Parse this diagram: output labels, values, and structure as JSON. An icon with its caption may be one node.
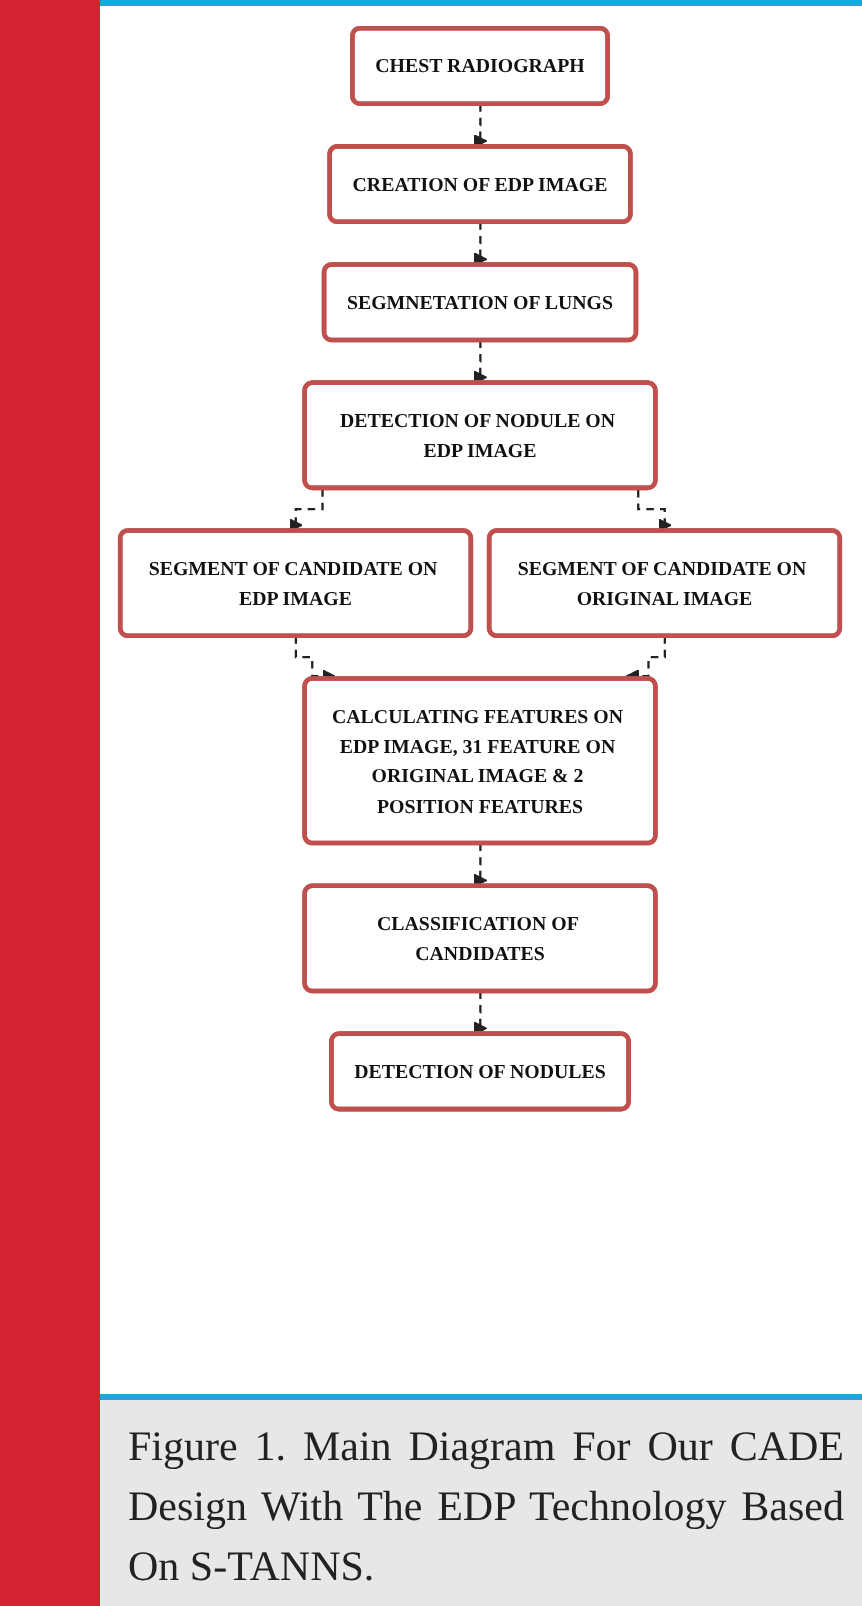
{
  "diagram": {
    "caption": "Figure 1. Main Diagram For Our CADE Design With The EDP Technology Based On S-TANNS.",
    "nodes": [
      {
        "text": [
          "CHEST RADIOGRAPH"
        ]
      },
      {
        "text": [
          "CREATION OF EDP IMAGE"
        ]
      },
      {
        "text": [
          "SEGMNETATION OF LUNGS"
        ]
      },
      {
        "text": [
          "DETECTION OF NODULE ON EDP IMAGE"
        ]
      },
      {
        "text": [
          "SEGMENT OF CANDIDATE ON EDP IMAGE"
        ]
      },
      {
        "text": [
          "SEGMENT OF CANDIDATE ON ORIGINAL IMAGE"
        ]
      },
      {
        "text": [
          "CALCULATING FEATURES ON EDP IMAGE, 31 FEATURE ON ORIGINAL IMAGE & 2 POSITION FEATURES"
        ]
      },
      {
        "text": [
          "CLASSIFICATION OF CANDIDATES"
        ]
      },
      {
        "text": [
          "DETECTION OF NODULES"
        ]
      }
    ],
    "edges": [
      {
        "from": 0,
        "to": 1,
        "arrow": "to",
        "style": "dashed"
      },
      {
        "from": 1,
        "to": 2,
        "arrow": "to",
        "style": "dashed"
      },
      {
        "from": 2,
        "to": 3,
        "arrow": "to",
        "style": "dashed"
      },
      {
        "from": 3,
        "to": 4,
        "arrow": "to",
        "style": "dashed"
      },
      {
        "from": 3,
        "to": 5,
        "arrow": "to",
        "style": "dashed"
      },
      {
        "from": 4,
        "to": 6,
        "arrow": "to",
        "style": "dashed"
      },
      {
        "from": 5,
        "to": 6,
        "arrow": "to",
        "style": "dashed"
      },
      {
        "from": 6,
        "to": 7,
        "arrow": "to",
        "style": "dashed"
      },
      {
        "from": 7,
        "to": 8,
        "arrow": "to",
        "style": "dashed"
      }
    ]
  }
}
